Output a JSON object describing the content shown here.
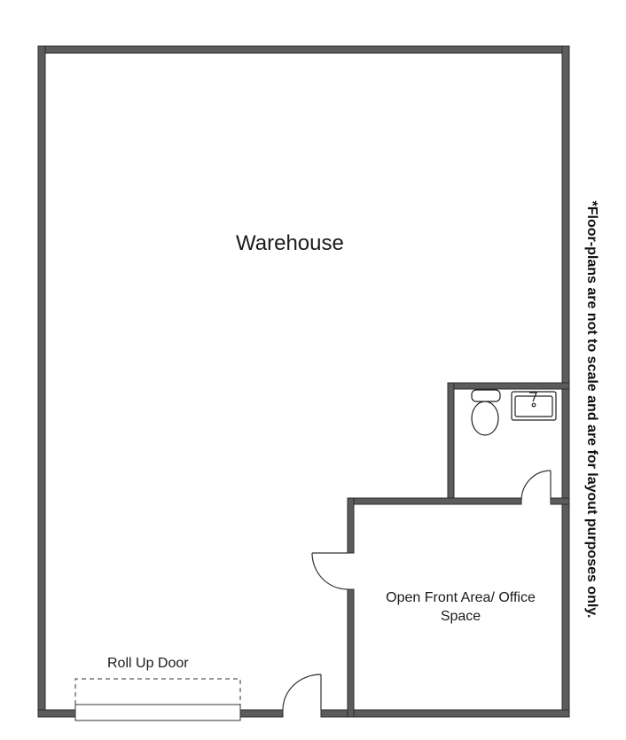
{
  "plan": {
    "rooms": [
      {
        "id": "warehouse",
        "label": "Warehouse"
      },
      {
        "id": "office",
        "label": "Open Front Area/ Office Space"
      },
      {
        "id": "restroom",
        "label": ""
      }
    ],
    "labels": {
      "warehouse": "Warehouse",
      "office": "Open Front Area/ Office Space",
      "roll_up_door": "Roll Up Door"
    },
    "fixtures": [
      "toilet",
      "sink",
      "roll-up-door",
      "entry-door",
      "office-door",
      "restroom-door"
    ],
    "disclaimer": "*Floor-plans are not to scale and are for layout purposes only."
  },
  "colors": {
    "wall_fill": "#5c5c5c",
    "wall_outline": "#2b2b2b",
    "line": "#333333",
    "background": "#ffffff"
  }
}
